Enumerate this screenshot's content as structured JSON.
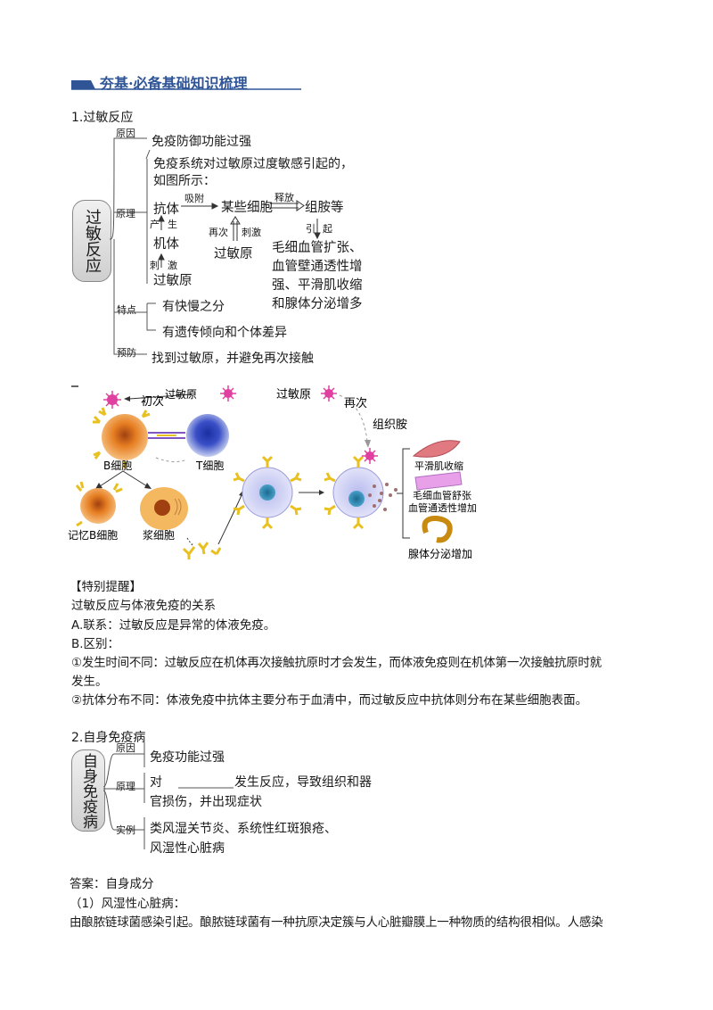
{
  "header": {
    "title": "夯基·必备基础知识梳理"
  },
  "allergy": {
    "section_title": "1.过敏反应",
    "node_label": "过敏反应",
    "branch_cause": "原因",
    "cause_text": "免疫防御功能过强",
    "branch_mechanism": "原理",
    "mech_line1": "免疫系统对过敏原过度敏感引起的，",
    "mech_line2": "如图所示：",
    "antibody": "抗体",
    "adsorb": "吸附",
    "some_cells": "某些细胞",
    "release": "释放",
    "histamine": "组胺等",
    "produce": "产",
    "sheng": "生",
    "body": "机体",
    "stim": "刺",
    "ji": "激",
    "allergen": "过敏原",
    "again": "再次",
    "stimulate": "刺激",
    "allergen2": "过敏原",
    "yin": "引",
    "qi": "起",
    "effect_lines": [
      "毛细血管扩张、",
      "血管壁通透性增",
      "强、平滑肌收缩",
      "和腺体分泌增多"
    ],
    "branch_feature": "特点",
    "feature1": "有快慢之分",
    "feature2": "有遗传倾向和个体差异",
    "branch_prevent": "预防",
    "prevent_text": "找到过敏原，并避免再次接触"
  },
  "figure": {
    "allergen_top": "过敏原",
    "first_time": "初次",
    "b_cell": "B细胞",
    "t_cell": "T细胞",
    "memory_b": "记忆B细胞",
    "plasma": "浆细胞",
    "allergen_right": "过敏原",
    "again": "再次",
    "histamine": "组织胺",
    "smooth": "平滑肌收缩",
    "capillary1": "毛细血管舒张",
    "capillary2": "血管通透性增加",
    "gland": "腺体分泌增加"
  },
  "note": {
    "title": "【特别提醒】",
    "line1": "过敏反应与体液免疫的关系",
    "line2": "A.联系：过敏反应是异常的体液免疫。",
    "line3": "B.区别：",
    "line4": "①发生时间不同：过敏反应在机体再次接触抗原时才会发生，而体液免疫则在机体第一次接触抗原时就",
    "line5": "发生。",
    "line6": "②抗体分布不同：体液免疫中抗体主要分布于血清中，而过敏反应中抗体则分布在某些细胞表面。"
  },
  "autoimmune": {
    "section_title": "2.自身免疫病",
    "node_label": "自身免疫病",
    "branch_cause": "原因",
    "cause_text": "免疫功能过强",
    "branch_mechanism": "原理",
    "mech_prefix": "对",
    "mech_suffix": "发生反应，导致组织和器",
    "mech_line2": "官损伤，并出现症状",
    "branch_example": "实例",
    "example1": "类风湿关节炎、系统性红斑狼疮、",
    "example2": "风湿性心脏病",
    "answer": "答案：自身成分",
    "sub1": "（1）风湿性心脏病：",
    "para": "由酿脓链球菌感染引起。酿脓链球菌有一种抗原决定簇与人心脏瓣膜上一种物质的结构很相似。人感染"
  },
  "colors": {
    "header_bar": "#2f5597",
    "b_cell": "#e67e22",
    "t_cell": "#3a4fc7",
    "mast_cell": "#c8c8ee",
    "antibody": "#e8c020",
    "allergen": "#e040a0"
  }
}
